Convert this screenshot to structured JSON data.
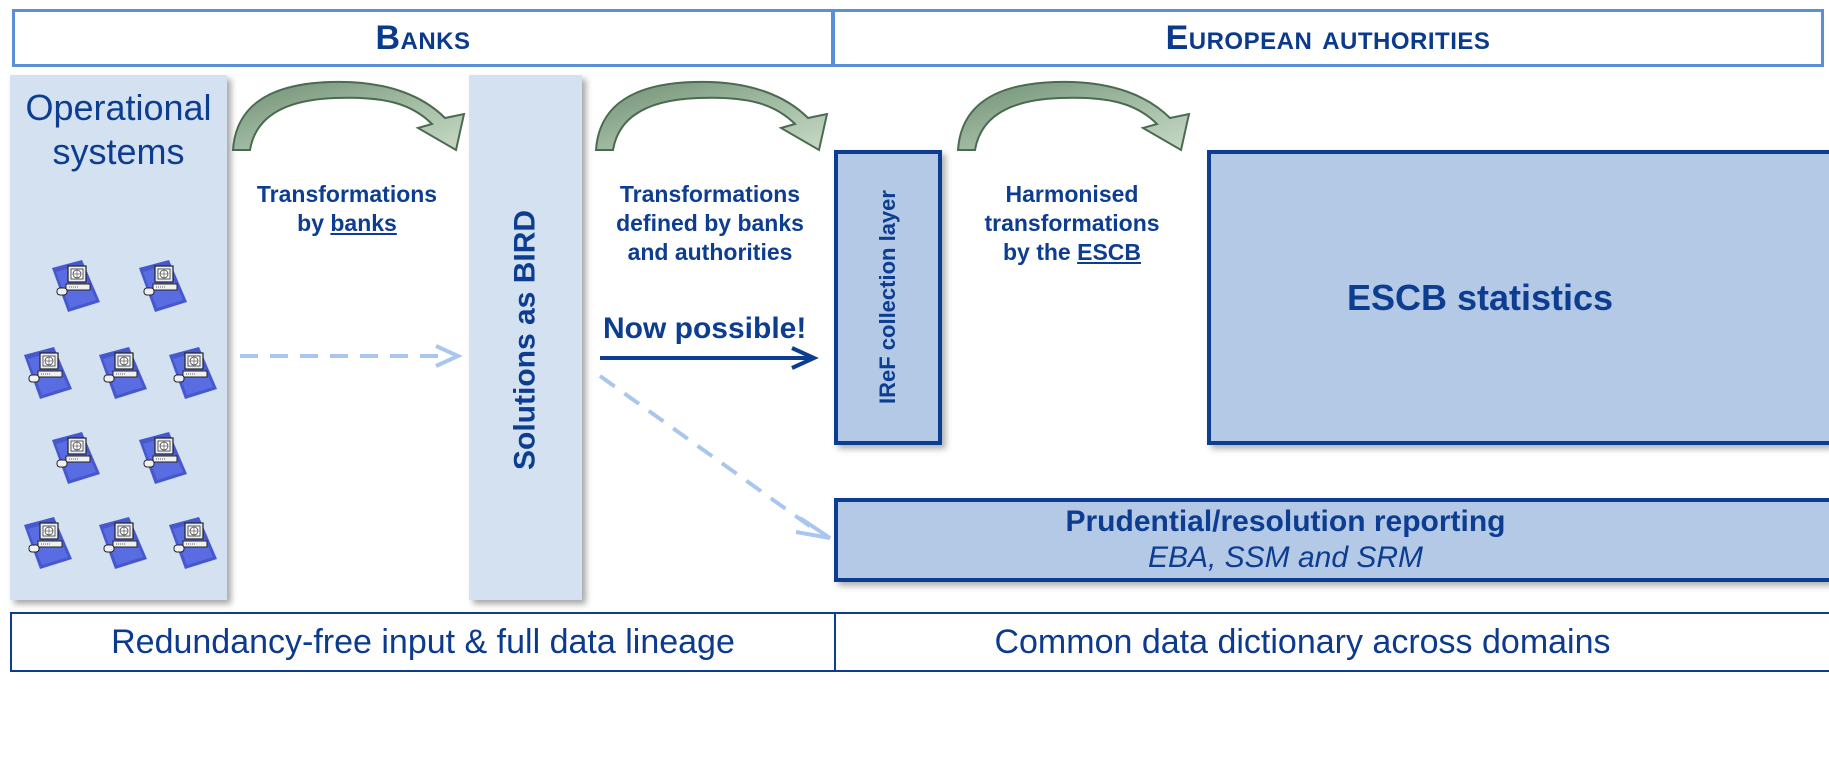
{
  "header": {
    "banks_label": "Banks",
    "authorities_label": "European authorities"
  },
  "operational": {
    "title_line1": "Operational",
    "title_line2": "systems"
  },
  "transform_banks": {
    "line1": "Transformations",
    "line2_prefix": "by ",
    "line2_link": "banks"
  },
  "bird": {
    "label": "Solutions as BIRD"
  },
  "transform_joint": {
    "line1": "Transformations",
    "line2": "defined by banks",
    "line3": "and authorities"
  },
  "now_possible": "Now possible!",
  "iref": {
    "label": "IReF collection layer"
  },
  "harmonised": {
    "line1": "Harmonised",
    "line2": "transformations",
    "line3_prefix": "by the ",
    "line3_link": "ESCB"
  },
  "escb_box": {
    "label": "ESCB statistics"
  },
  "prudential_box": {
    "title": "Prudential/resolution reporting",
    "subtitle": "EBA, SSM and SRM"
  },
  "footer": {
    "left": "Redundancy-free input & full data lineage",
    "right": "Common data dictionary across domains"
  },
  "colors": {
    "dark_blue": "#0d3d91",
    "light_panel": "#d3e1f1",
    "box_fill": "#b3c9e6",
    "arc_green": "#8aa58c",
    "dashed_arrow": "#a9c7ee"
  }
}
